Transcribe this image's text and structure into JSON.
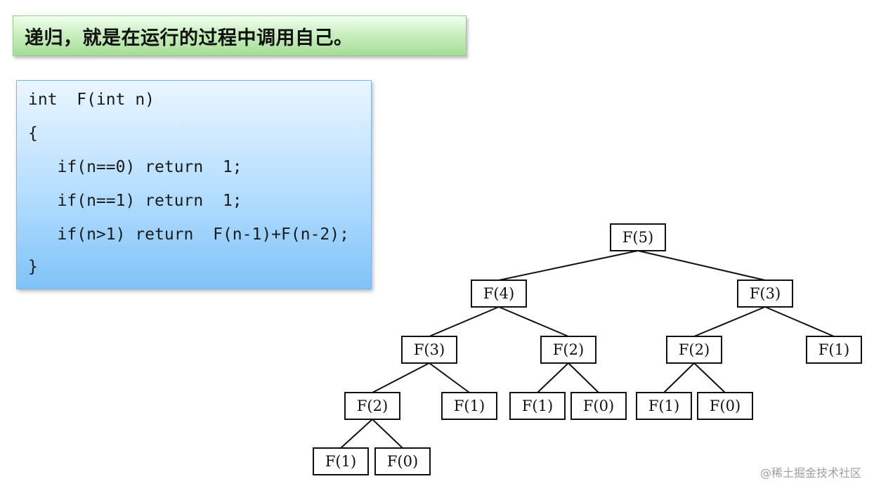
{
  "title": "递归，就是在运行的过程中调用自己。",
  "code": {
    "lines": [
      "int  F(int n)",
      "{",
      "   if(n==0) return  1;",
      "   if(n==1) return  1;",
      "   if(n>1) return  F(n-1)+F(n-2);",
      "}"
    ]
  },
  "tree": {
    "nodes": [
      {
        "id": "n1",
        "label": "F(5)"
      },
      {
        "id": "n2",
        "label": "F(4)"
      },
      {
        "id": "n3",
        "label": "F(3)"
      },
      {
        "id": "n4",
        "label": "F(3)"
      },
      {
        "id": "n5",
        "label": "F(2)"
      },
      {
        "id": "n6",
        "label": "F(2)"
      },
      {
        "id": "n7",
        "label": "F(1)"
      },
      {
        "id": "n8",
        "label": "F(2)"
      },
      {
        "id": "n9",
        "label": "F(1)"
      },
      {
        "id": "n10",
        "label": "F(1)"
      },
      {
        "id": "n11",
        "label": "F(0)"
      },
      {
        "id": "n12",
        "label": "F(1)"
      },
      {
        "id": "n13",
        "label": "F(0)"
      },
      {
        "id": "n14",
        "label": "F(1)"
      },
      {
        "id": "n15",
        "label": "F(0)"
      }
    ],
    "edges": [
      [
        "n1",
        "n2"
      ],
      [
        "n1",
        "n3"
      ],
      [
        "n2",
        "n4"
      ],
      [
        "n2",
        "n5"
      ],
      [
        "n3",
        "n6"
      ],
      [
        "n3",
        "n7"
      ],
      [
        "n4",
        "n8"
      ],
      [
        "n4",
        "n9"
      ],
      [
        "n5",
        "n10"
      ],
      [
        "n5",
        "n11"
      ],
      [
        "n6",
        "n12"
      ],
      [
        "n6",
        "n13"
      ],
      [
        "n8",
        "n14"
      ],
      [
        "n8",
        "n15"
      ]
    ]
  },
  "watermark": "@稀土掘金技术社区"
}
